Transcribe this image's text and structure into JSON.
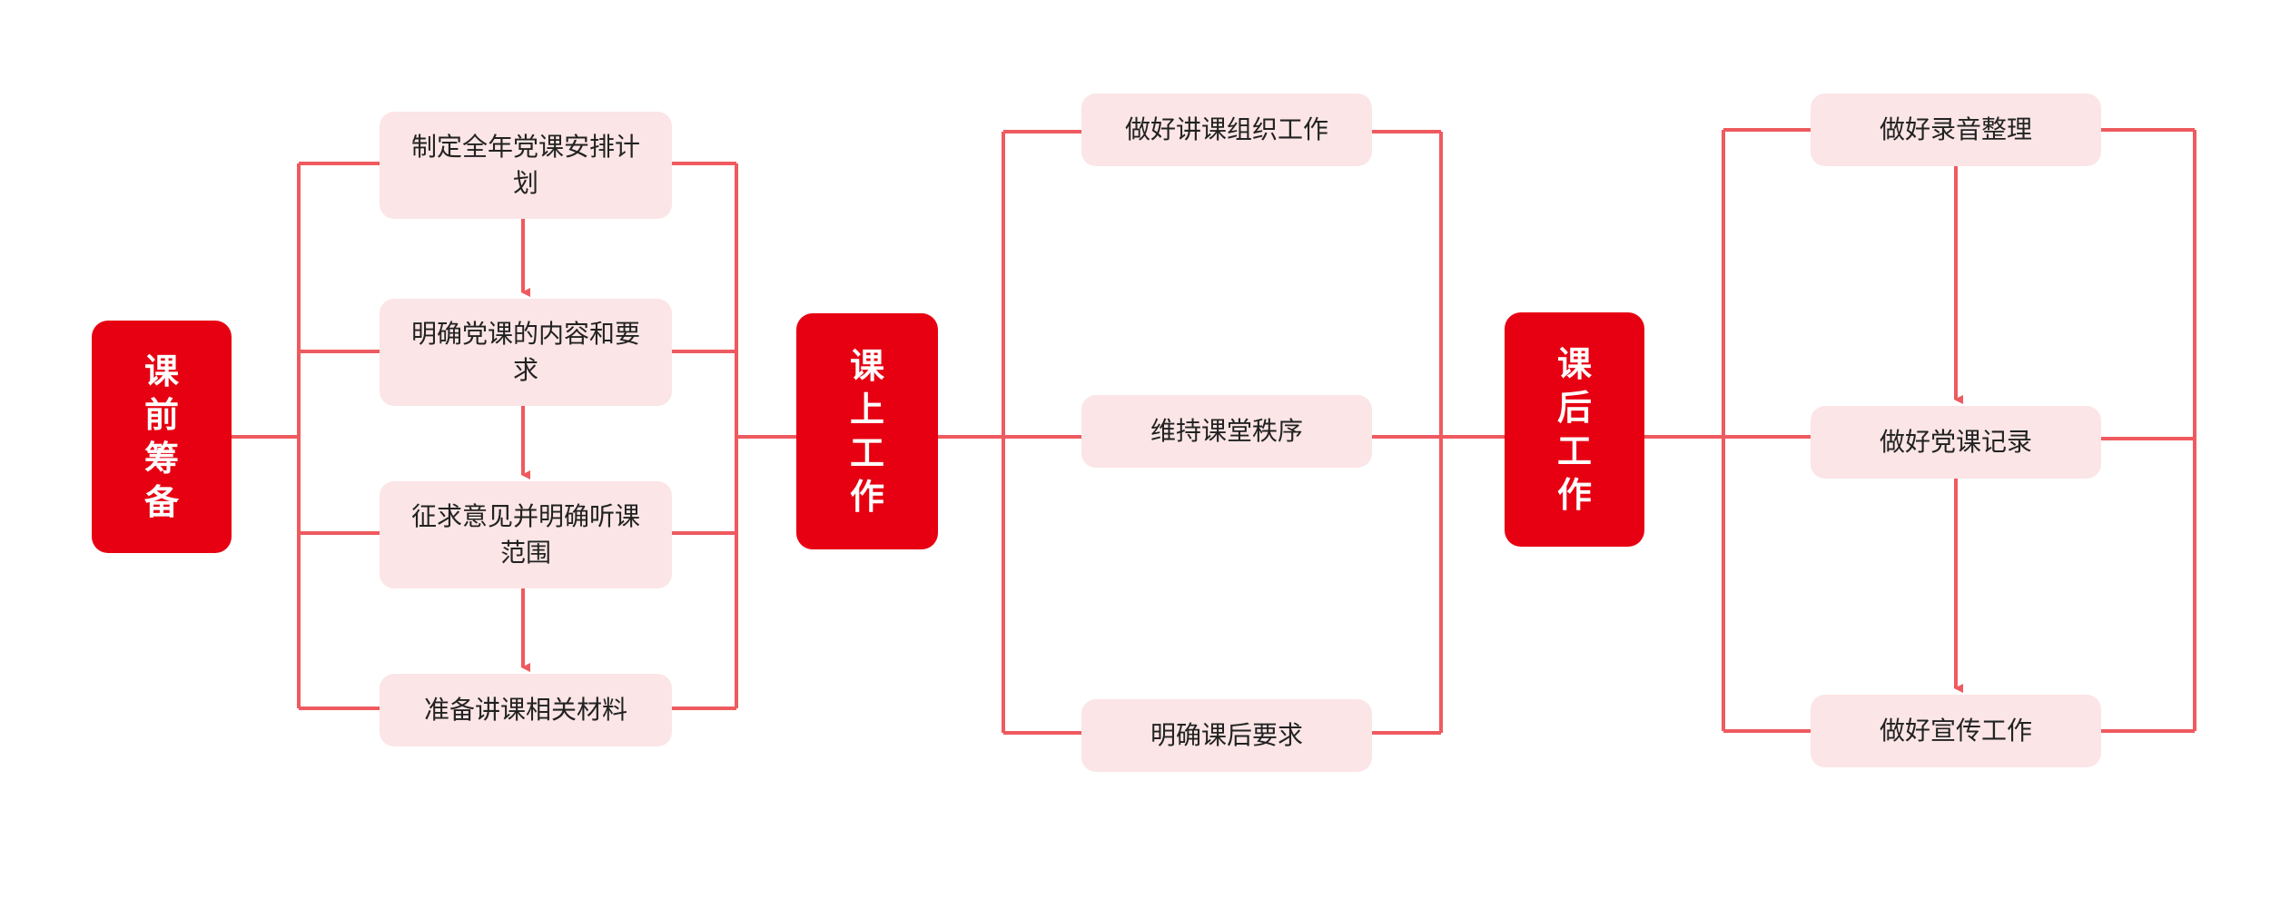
{
  "colors": {
    "stage_fill": "#e60012",
    "task_fill": "#fbe5e6",
    "connector": "#ee5a5f",
    "text_dark": "#222222",
    "text_light": "#ffffff"
  },
  "stages": {
    "pre": {
      "label": "课\n前\n筹\n备",
      "tasks": [
        "制定全年党课安排计划",
        "明确党课的内容和要求",
        "征求意见并明确听课范围",
        "准备讲课相关材料"
      ]
    },
    "during": {
      "label": "课\n上\n工\n作",
      "tasks": [
        "做好讲课组织工作",
        "维持课堂秩序",
        "明确课后要求"
      ]
    },
    "post": {
      "label": "课\n后\n工\n作",
      "tasks": [
        "做好录音整理",
        "做好党课记录",
        "做好宣传工作"
      ]
    }
  }
}
